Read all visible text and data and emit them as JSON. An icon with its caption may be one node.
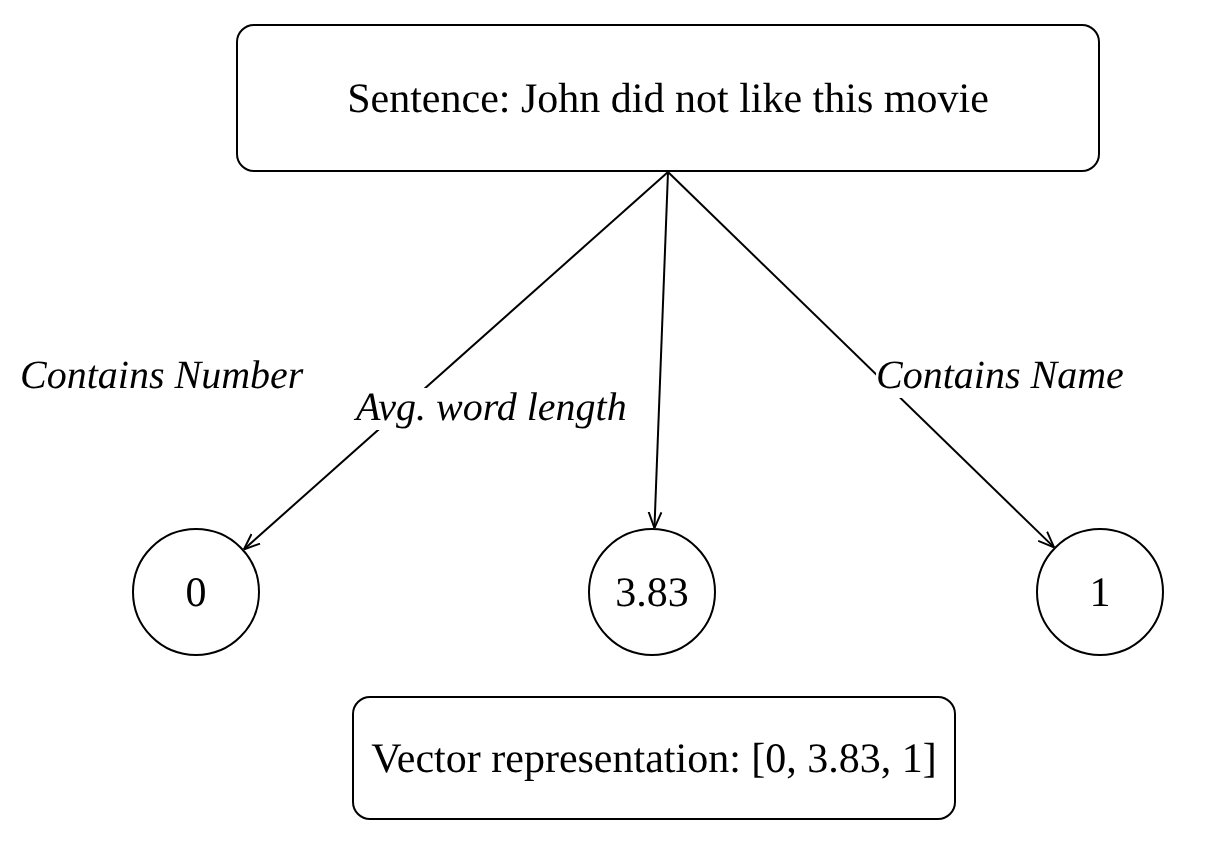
{
  "diagram": {
    "nodes": [
      {
        "text": [
          "Sentence: John did not like this movie"
        ]
      },
      {
        "text": [
          "0"
        ]
      },
      {
        "text": [
          "3.83"
        ]
      },
      {
        "text": [
          "1"
        ]
      },
      {
        "text": [
          "Vector representation: [0, 3.83, 1]"
        ]
      }
    ],
    "edges": [
      {
        "from": 0,
        "to": 1,
        "arrow": "to",
        "label": "Contains Number"
      },
      {
        "from": 0,
        "to": 2,
        "arrow": "to",
        "label": "Avg. word length"
      },
      {
        "from": 0,
        "to": 3,
        "arrow": "to",
        "label": "Contains Name"
      }
    ]
  }
}
